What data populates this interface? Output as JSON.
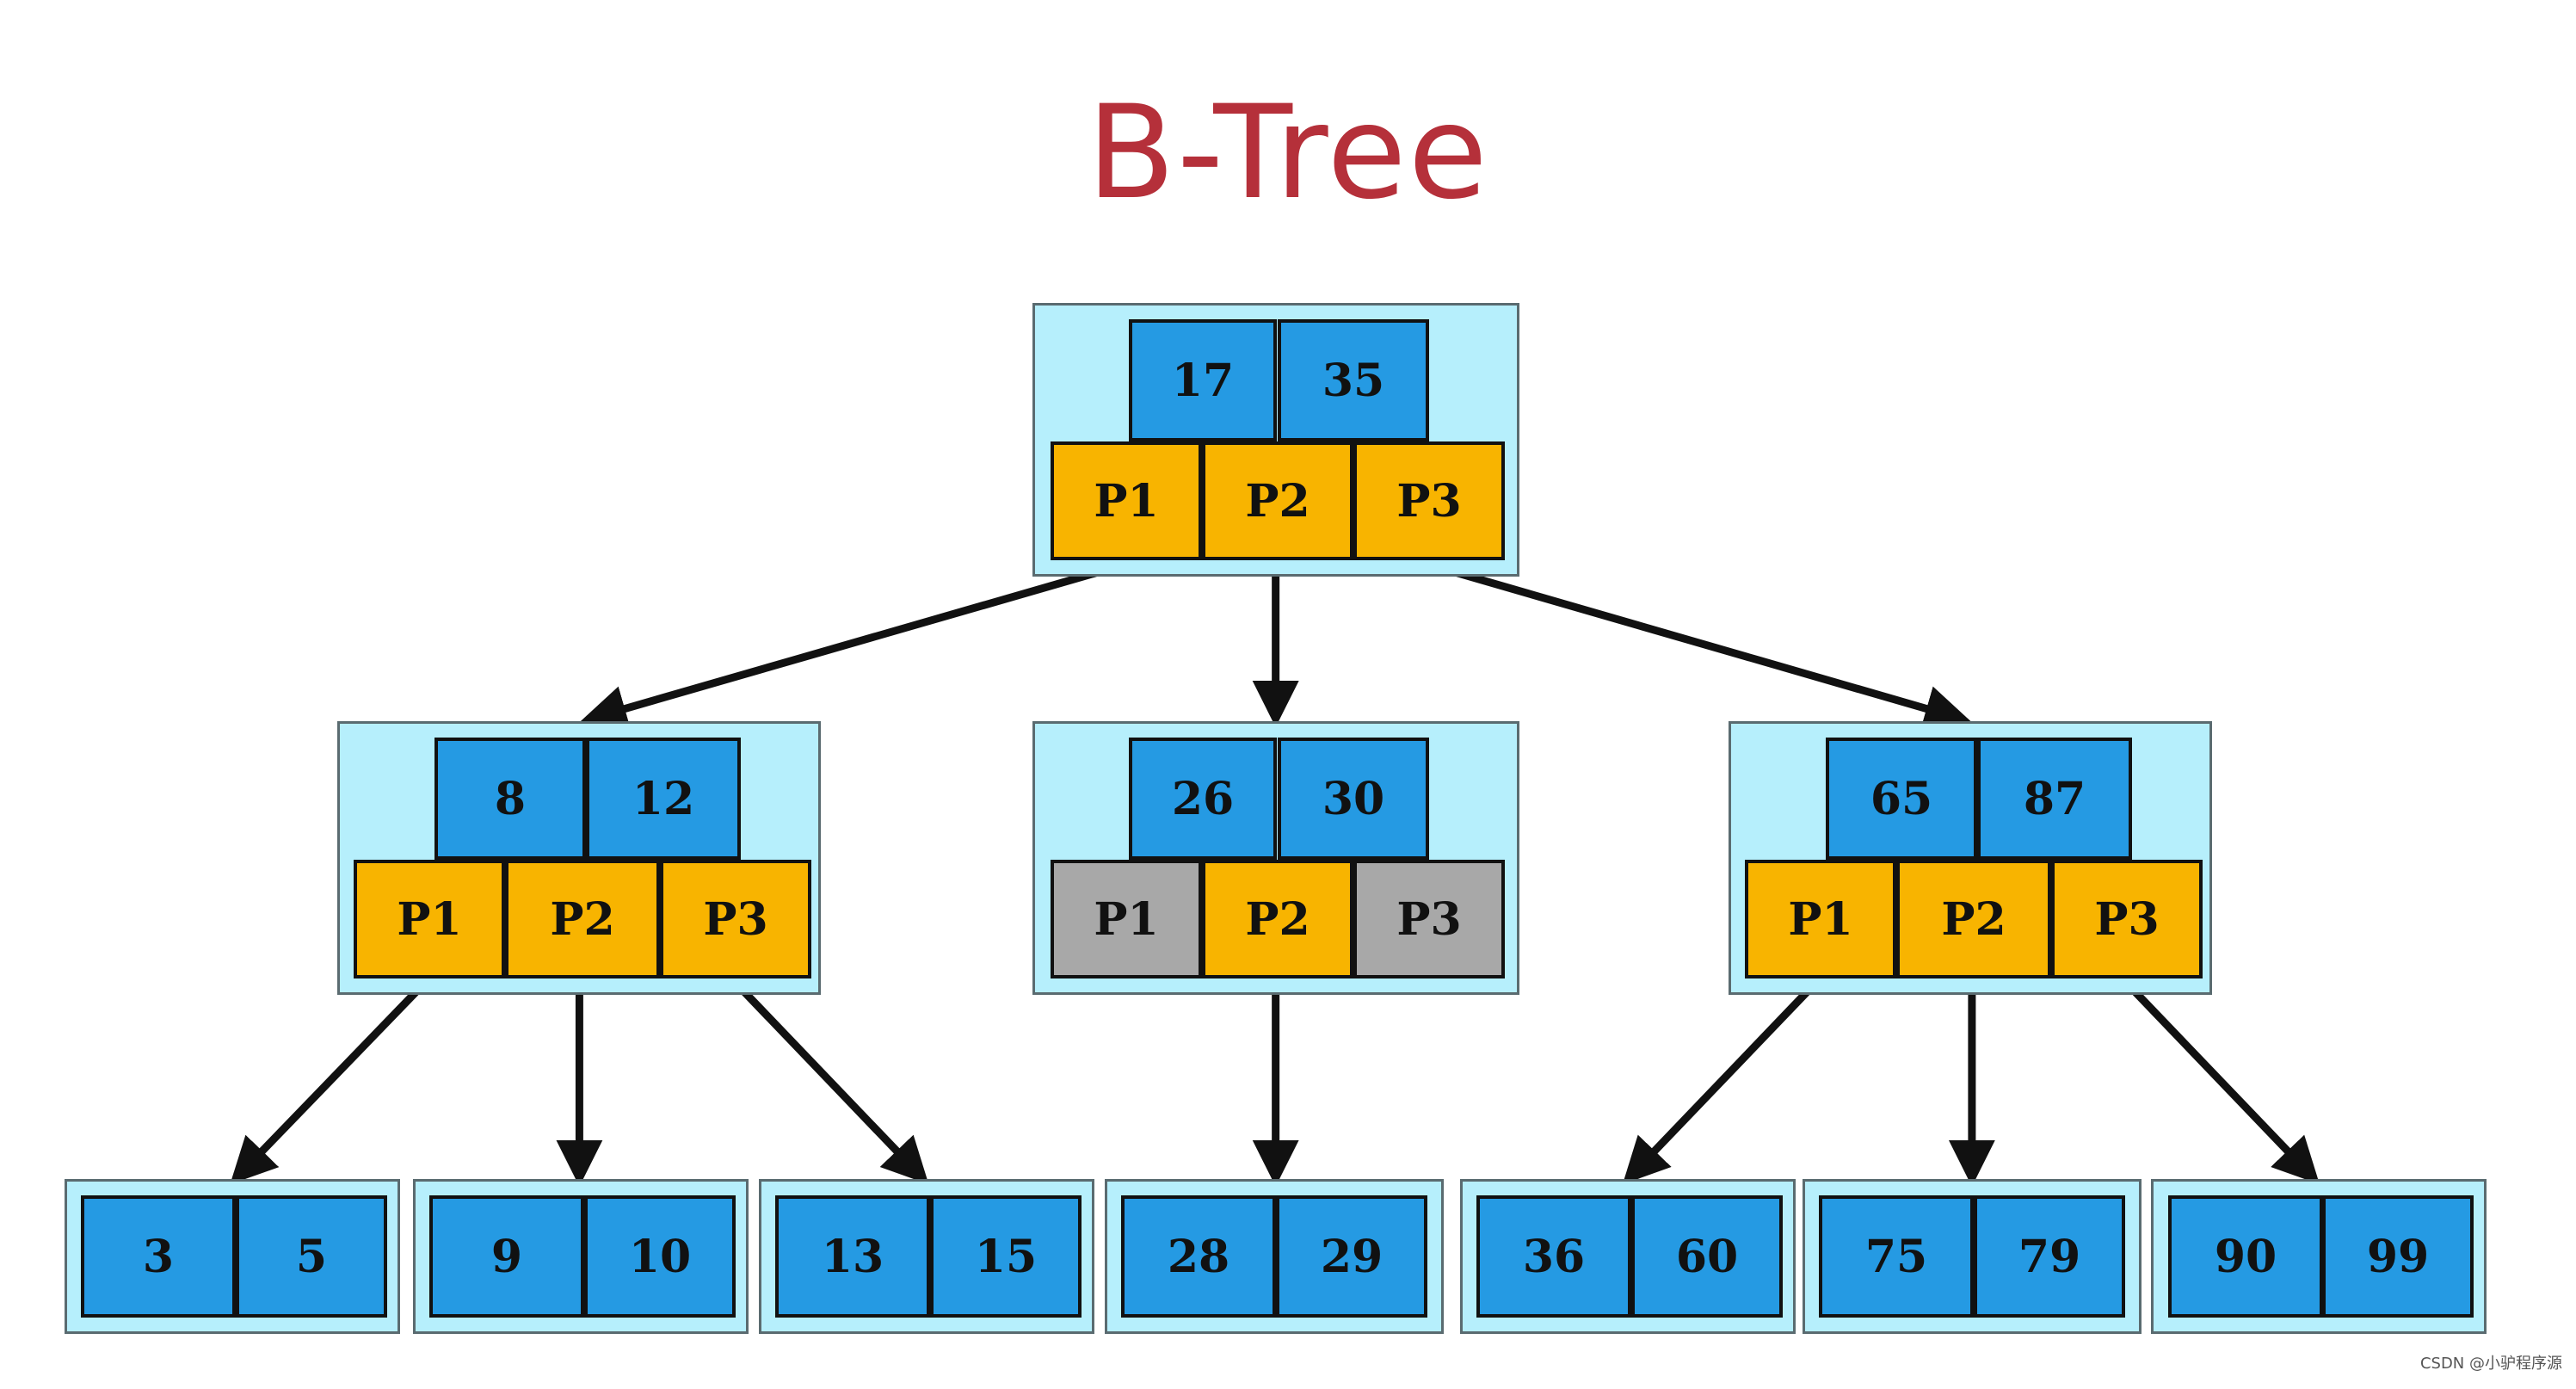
{
  "title": "B-Tree",
  "colors": {
    "title": "#b5303a",
    "node_bg": "#b6effc",
    "key_cell": "#259ae3",
    "pointer_cell": "#f8b400",
    "inactive_pointer_cell": "#a8a8a8",
    "edge": "#111111"
  },
  "nodes": {
    "root": {
      "keys": [
        "17",
        "35"
      ],
      "pointers": [
        {
          "label": "P1",
          "active": true
        },
        {
          "label": "P2",
          "active": true
        },
        {
          "label": "P3",
          "active": true
        }
      ]
    },
    "left": {
      "keys": [
        "8",
        "12"
      ],
      "pointers": [
        {
          "label": "P1",
          "active": true
        },
        {
          "label": "P2",
          "active": true
        },
        {
          "label": "P3",
          "active": true
        }
      ]
    },
    "middle": {
      "keys": [
        "26",
        "30"
      ],
      "pointers": [
        {
          "label": "P1",
          "active": false
        },
        {
          "label": "P2",
          "active": true
        },
        {
          "label": "P3",
          "active": false
        }
      ]
    },
    "right": {
      "keys": [
        "65",
        "87"
      ],
      "pointers": [
        {
          "label": "P1",
          "active": true
        },
        {
          "label": "P2",
          "active": true
        },
        {
          "label": "P3",
          "active": true
        }
      ]
    },
    "leaf1": {
      "keys": [
        "3",
        "5"
      ]
    },
    "leaf2": {
      "keys": [
        "9",
        "10"
      ]
    },
    "leaf3": {
      "keys": [
        "13",
        "15"
      ]
    },
    "leaf4": {
      "keys": [
        "28",
        "29"
      ]
    },
    "leaf5": {
      "keys": [
        "36",
        "60"
      ]
    },
    "leaf6": {
      "keys": [
        "75",
        "79"
      ]
    },
    "leaf7": {
      "keys": [
        "90",
        "99"
      ]
    }
  },
  "edges": [
    {
      "from": "root",
      "pointer": 0,
      "to": "left"
    },
    {
      "from": "root",
      "pointer": 1,
      "to": "middle"
    },
    {
      "from": "root",
      "pointer": 2,
      "to": "right"
    },
    {
      "from": "left",
      "pointer": 0,
      "to": "leaf1"
    },
    {
      "from": "left",
      "pointer": 1,
      "to": "leaf2"
    },
    {
      "from": "left",
      "pointer": 2,
      "to": "leaf3"
    },
    {
      "from": "middle",
      "pointer": 1,
      "to": "leaf4"
    },
    {
      "from": "right",
      "pointer": 0,
      "to": "leaf5"
    },
    {
      "from": "right",
      "pointer": 1,
      "to": "leaf6"
    },
    {
      "from": "right",
      "pointer": 2,
      "to": "leaf7"
    }
  ],
  "watermark": "CSDN @小驴程序源"
}
